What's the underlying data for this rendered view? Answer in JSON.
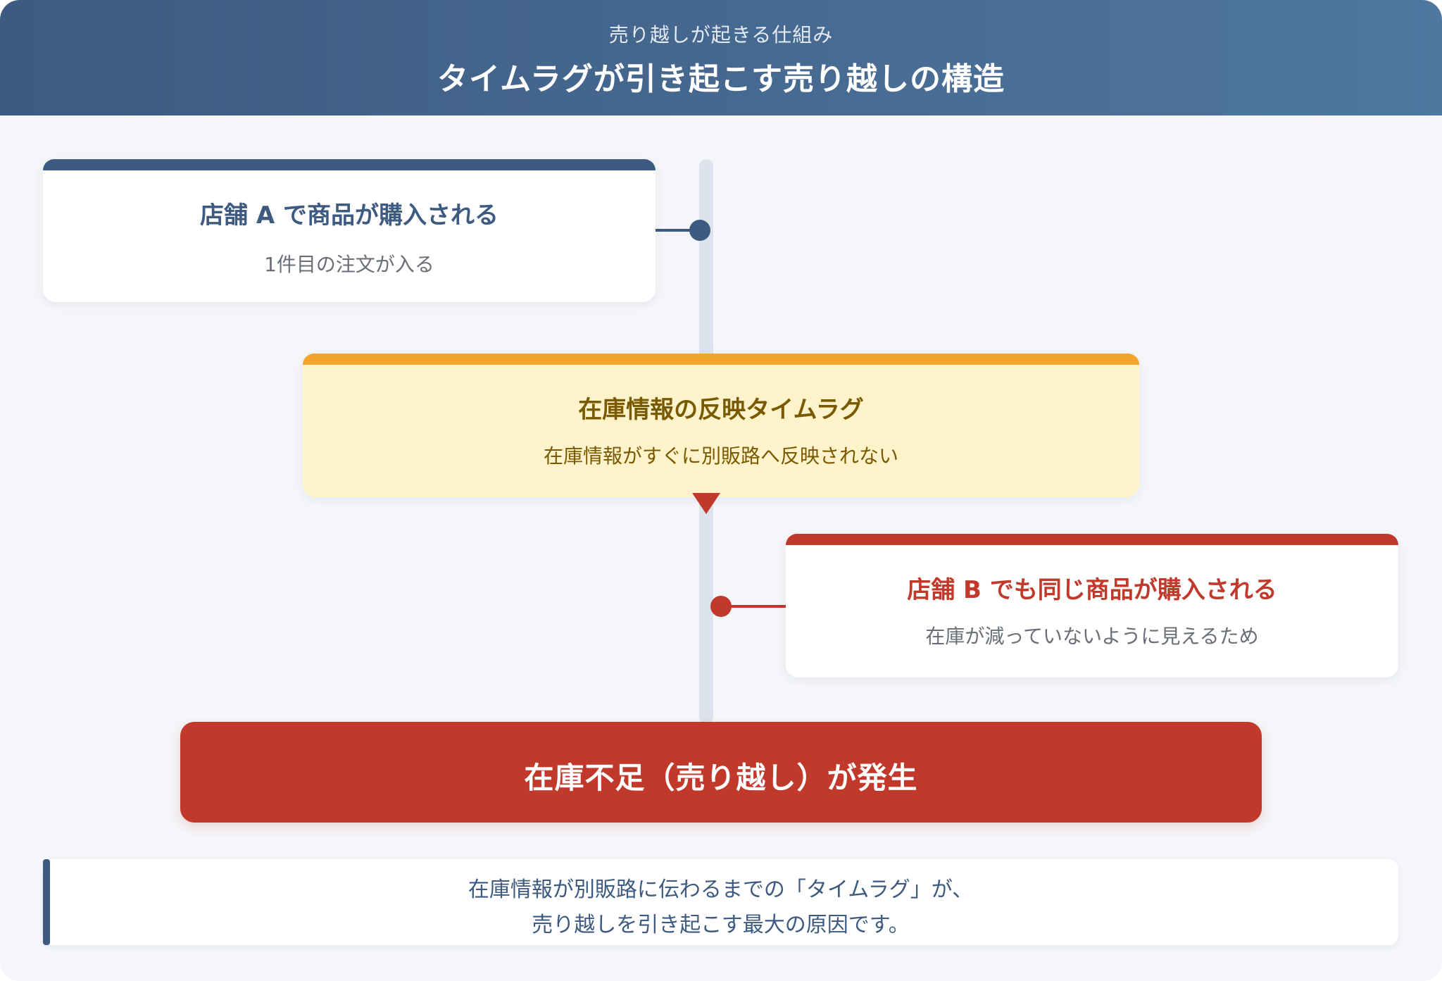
{
  "header": {
    "subtitle": "売り越しが起きる仕組み",
    "title": "タイムラグが引き起こす売り越しの構造"
  },
  "steps": [
    {
      "title": "店舗 A で商品が購入される",
      "desc": "1件目の注文が入る"
    },
    {
      "title": "在庫情報の反映タイムラグ",
      "desc": "在庫情報がすぐに別販路へ反映されない"
    },
    {
      "title": "店舗 B でも同じ商品が購入される",
      "desc": "在庫が減っていないように見えるため"
    }
  ],
  "result": {
    "text": "在庫不足（売り越し）が発生"
  },
  "note": {
    "line1": "在庫情報が別販路に伝わるまでの「タイムラグ」が、",
    "line2": "売り越しを引き起こす最大の原因です。"
  },
  "colors": {
    "primary": "#3d5a80",
    "warning": "#f2a52b",
    "warning_bg": "#fff3cc",
    "danger": "#c0392b",
    "background": "#f4f6f9"
  }
}
